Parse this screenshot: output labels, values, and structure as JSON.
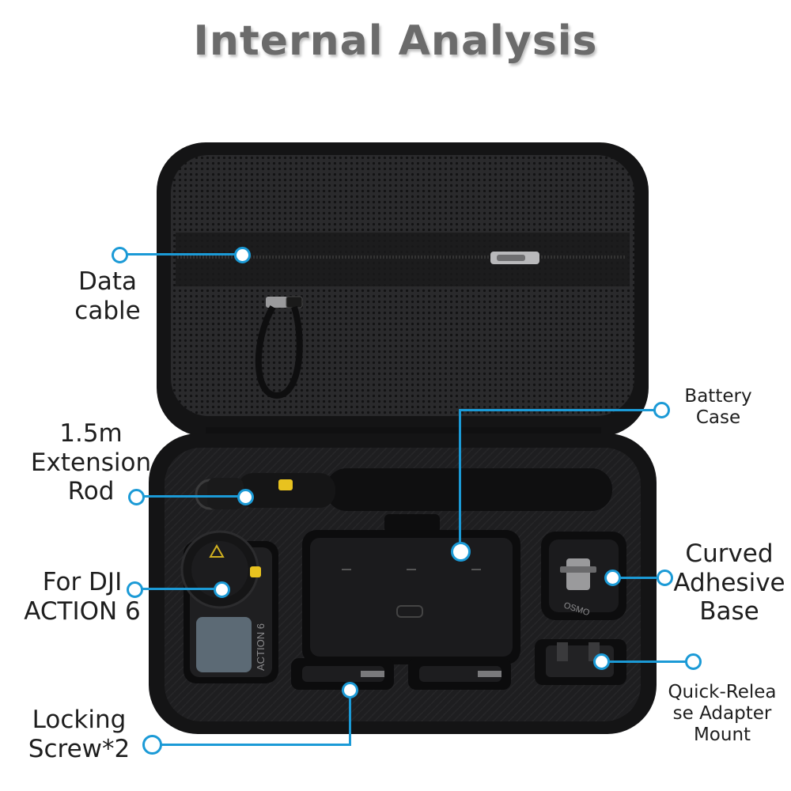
{
  "title": "Internal Analysis",
  "labels": {
    "data_cable": [
      "Data",
      "cable"
    ],
    "battery_case": [
      "Battery",
      "Case"
    ],
    "extension_rod": [
      "1.5m",
      "Extension",
      "Rod"
    ],
    "curved_base": [
      "Curved",
      "Adhesive",
      "Base"
    ],
    "action6": [
      "For DJI",
      "ACTION 6"
    ],
    "quick_release": [
      "Quick-Relea",
      "se Adapter",
      "Mount"
    ],
    "locking_screw": [
      "Locking",
      "Screw*2"
    ]
  },
  "product_text": {
    "camera_brand": "ACTION 6",
    "mount_brand": "OSMO"
  },
  "colors": {
    "accent": "#1b9ad6",
    "case": "#1c1c1e",
    "title": "#6b6b6b"
  }
}
